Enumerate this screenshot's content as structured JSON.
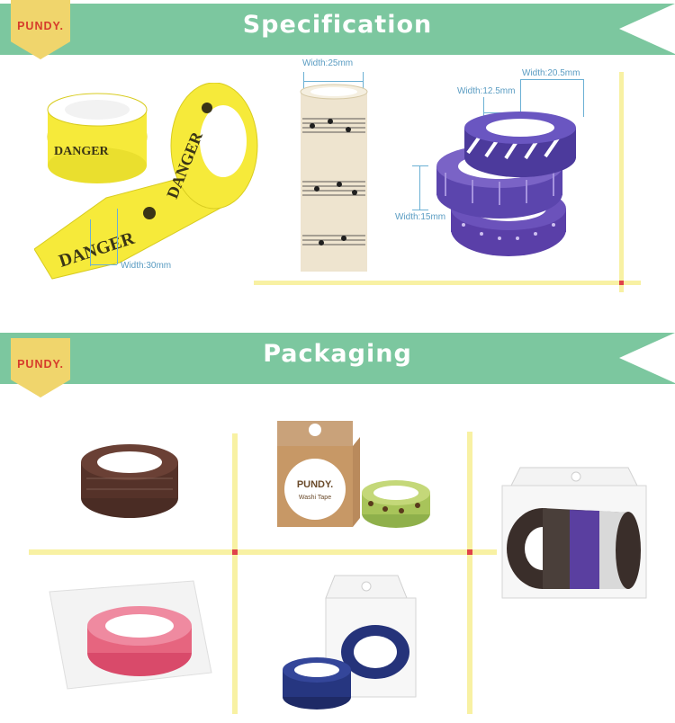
{
  "brand": "PUNDY.",
  "sections": {
    "specification": {
      "title": "Specification"
    },
    "packaging": {
      "title": "Packaging"
    }
  },
  "dimensions": {
    "danger_tape_width": "Width:30mm",
    "music_tape_width": "Width:25mm",
    "purple_tape_width_large": "Width:20.5mm",
    "purple_tape_width_medium": "Width:12.5mm",
    "purple_tape_width_small": "Width:15mm"
  },
  "product_text": {
    "danger_word": "DANGER",
    "box_brand": "PUNDY.",
    "box_subtitle": "Washi Tape"
  },
  "colors": {
    "banner_green": "#7cc79f",
    "flag_yellow": "#f0d56c",
    "brand_red": "#d63b2b",
    "guide_yellow": "#f8f1a3",
    "node_red": "#e0424a",
    "dimension_blue": "#5a9cc2"
  }
}
